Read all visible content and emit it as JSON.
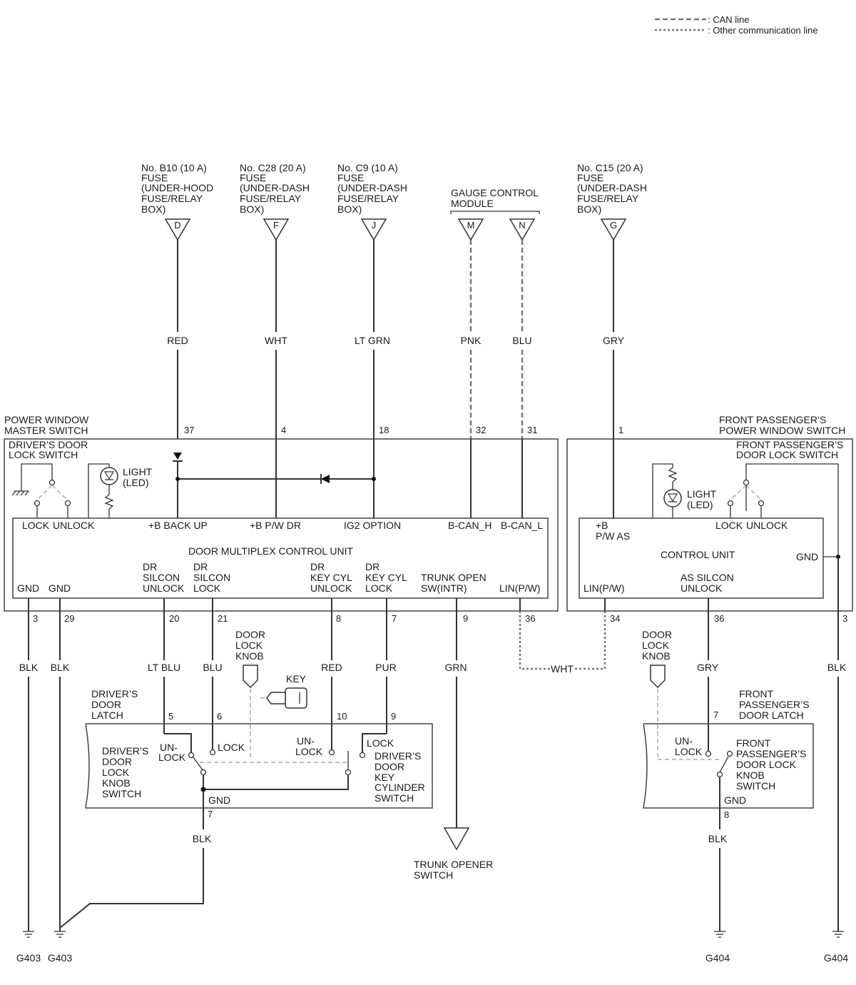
{
  "legend": {
    "can_line": ": CAN line",
    "other_line": ": Other communication line"
  },
  "fuses": {
    "b10": {
      "line1": "No. B10 (10 A)",
      "line2": "FUSE",
      "line3": "(UNDER-HOOD",
      "line4": "FUSE/RELAY",
      "line5": "BOX)",
      "conn": "D",
      "wire": "RED",
      "pin": "37"
    },
    "c28": {
      "line1": "No. C28 (20 A)",
      "line2": "FUSE",
      "line3": "(UNDER-DASH",
      "line4": "FUSE/RELAY",
      "line5": "BOX)",
      "conn": "F",
      "wire": "WHT",
      "pin": "4"
    },
    "c9": {
      "line1": "No. C9 (10 A)",
      "line2": "FUSE",
      "line3": "(UNDER-DASH",
      "line4": "FUSE/RELAY",
      "line5": "BOX)",
      "conn": "J",
      "wire": "LT GRN",
      "pin": "18"
    },
    "c15": {
      "line1": "No. C15 (20 A)",
      "line2": "FUSE",
      "line3": "(UNDER-DASH",
      "line4": "FUSE/RELAY",
      "line5": "BOX)",
      "conn": "G",
      "wire": "GRY",
      "pin": "1"
    }
  },
  "gauge": {
    "line1": "GAUGE CONTROL",
    "line2": "MODULE",
    "m": {
      "conn": "M",
      "wire": "PNK",
      "pin": "32"
    },
    "n": {
      "conn": "N",
      "wire": "BLU",
      "pin": "31"
    }
  },
  "master": {
    "title1": "POWER WINDOW",
    "title2": "MASTER SWITCH",
    "lock_sw1": "DRIVER’S DOOR",
    "lock_sw2": "LOCK SWITCH",
    "light1": "LIGHT",
    "light2": "(LED)",
    "lock": "LOCK",
    "unlock": "UNLOCK",
    "b_backup": "+B BACK UP",
    "b_pwdr": "+B P/W DR",
    "ig2": "IG2 OPTION",
    "bcanh": "B-CAN_H",
    "bcanl": "B-CAN_L",
    "unit": "DOOR MULTIPLEX CONTROL UNIT",
    "gnd": "GND",
    "dr": "DR",
    "silcon": "SILCON",
    "unlock_t": "UNLOCK",
    "lock_t": "LOCK",
    "keycyl": "KEY CYL",
    "trunk1": "TRUNK OPEN",
    "trunk2": "SW(INTR)",
    "lin": "LIN(P/W)"
  },
  "bottom_pins": {
    "p3": "3",
    "p29": "29",
    "p20": "20",
    "p21": "21",
    "p8": "8",
    "p7": "7",
    "p9": "9",
    "p36": "36",
    "fp34": "34",
    "fp36": "36",
    "fp3": "3"
  },
  "wires": {
    "blk": "BLK",
    "ltblu": "LT BLU",
    "blu": "BLU",
    "red": "RED",
    "pur": "PUR",
    "grn": "GRN",
    "wht": "WHT",
    "gry": "GRY"
  },
  "driver_latch": {
    "title1": "DRIVER’S",
    "title2": "DOOR",
    "title3": "LATCH",
    "knob1": "DOOR",
    "knob2": "LOCK",
    "knob3": "KNOB",
    "key": "KEY",
    "p5": "5",
    "p6": "6",
    "p10": "10",
    "p9": "9",
    "p7": "7",
    "sw1": "DRIVER’S",
    "sw2": "DOOR",
    "sw3": "LOCK",
    "sw4": "KNOB",
    "sw5": "SWITCH",
    "un": "UN-",
    "lock": "LOCK",
    "cyl1": "DRIVER’S",
    "cyl2": "DOOR",
    "cyl3": "KEY",
    "cyl4": "CYLINDER",
    "cyl5": "SWITCH",
    "gnd": "GND",
    "wire": "BLK"
  },
  "trunk_opener": {
    "line1": "TRUNK OPENER",
    "line2": "SWITCH"
  },
  "passenger": {
    "title1": "FRONT PASSENGER’S",
    "title2": "POWER WINDOW SWITCH",
    "lock_sw1": "FRONT PASSENGER’S",
    "lock_sw2": "DOOR LOCK SWITCH",
    "light1": "LIGHT",
    "light2": "(LED)",
    "lock": "LOCK",
    "unlock": "UNLOCK",
    "b1": "+B",
    "b2": "P/W AS",
    "unit": "CONTROL UNIT",
    "gnd": "GND",
    "lin": "LIN(P/W)",
    "as1": "AS SILCON",
    "as2": "UNLOCK"
  },
  "passenger_latch": {
    "knob1": "DOOR",
    "knob2": "LOCK",
    "knob3": "KNOB",
    "title1": "FRONT",
    "title2": "PASSENGER’S",
    "title3": "DOOR LATCH",
    "p7": "7",
    "un": "UN-",
    "lock": "LOCK",
    "sw1": "FRONT",
    "sw2": "PASSENGER’S",
    "sw3": "DOOR LOCK",
    "sw4": "KNOB",
    "sw5": "SWITCH",
    "gnd": "GND",
    "p8": "8",
    "wire": "BLK"
  },
  "grounds": {
    "g403a": "G403",
    "g403b": "G403",
    "g404a": "G404",
    "g404b": "G404"
  }
}
